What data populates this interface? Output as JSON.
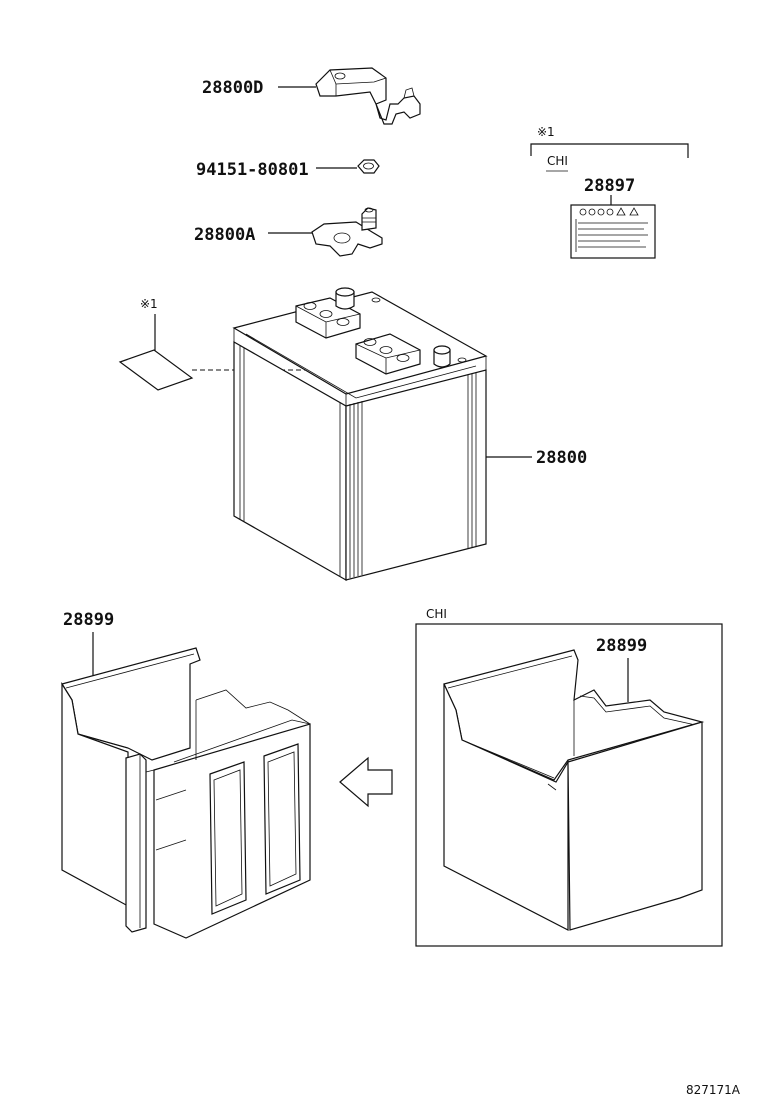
{
  "parts": {
    "terminal_cover": "28800D",
    "nut": "94151-80801",
    "terminal": "28800A",
    "battery": "28800",
    "caution_label": "28897",
    "tray_left": "28899",
    "tray_right": "28899"
  },
  "notes": {
    "ref_mark_top": "※1",
    "ref_mark_battery": "※1",
    "region_label_top": "CHI",
    "region_label_box": "CHI"
  },
  "diagram_id": "827171A"
}
